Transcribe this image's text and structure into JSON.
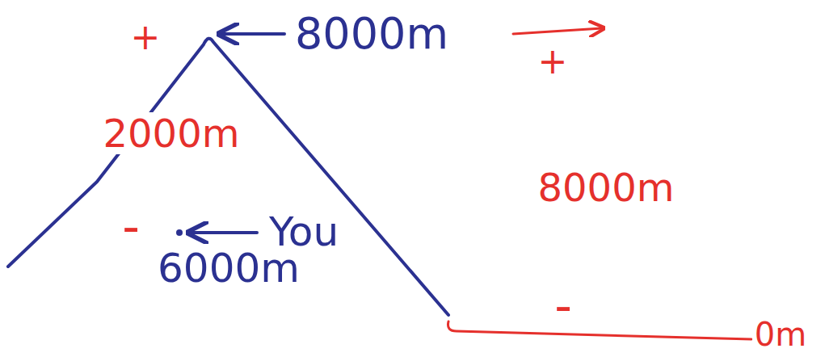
{
  "diagram": {
    "labels": [
      "+",
      "8000m",
      "+",
      "2000m",
      "8000m",
      "-",
      "You",
      "6000m",
      "-",
      "0m"
    ]
  }
}
